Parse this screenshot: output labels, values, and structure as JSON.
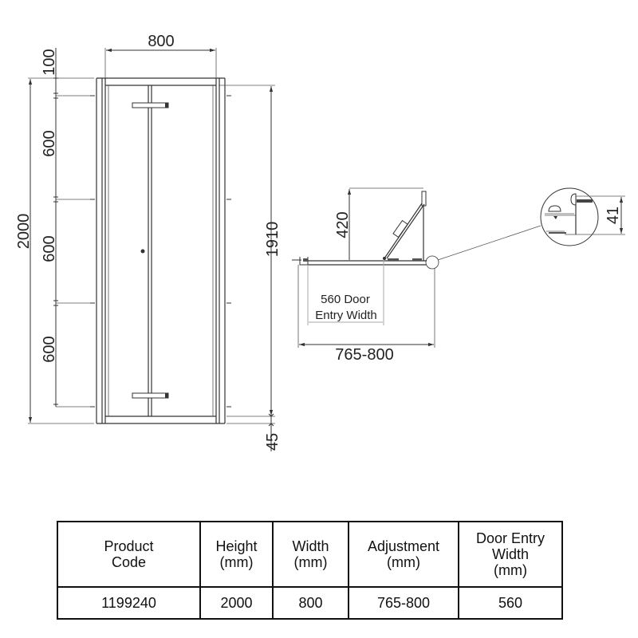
{
  "front_view": {
    "top_width_label": "800",
    "top_offset_label": "100",
    "overall_height_label": "2000",
    "segment_labels": [
      "600",
      "600",
      "600"
    ],
    "inner_height_label": "1910",
    "bottom_offset_label": "45"
  },
  "plan_view": {
    "opening_depth_label": "420",
    "entry_width_label_line1": "560 Door",
    "entry_width_label_line2": "Entry Width",
    "adjustment_label": "765-800"
  },
  "detail_view": {
    "profile_depth_label": "41"
  },
  "spec_table": {
    "headers": [
      [
        "Product",
        "Code"
      ],
      [
        "Height",
        "(mm)"
      ],
      [
        "Width",
        "(mm)"
      ],
      [
        "Adjustment",
        "(mm)"
      ],
      [
        "Door Entry",
        "Width",
        "(mm)"
      ]
    ],
    "rows": [
      [
        "1199240",
        "2000",
        "800",
        "765-800",
        "560"
      ]
    ]
  },
  "colors": {
    "line": "#333333",
    "text": "#222222",
    "table_border": "#111111"
  }
}
